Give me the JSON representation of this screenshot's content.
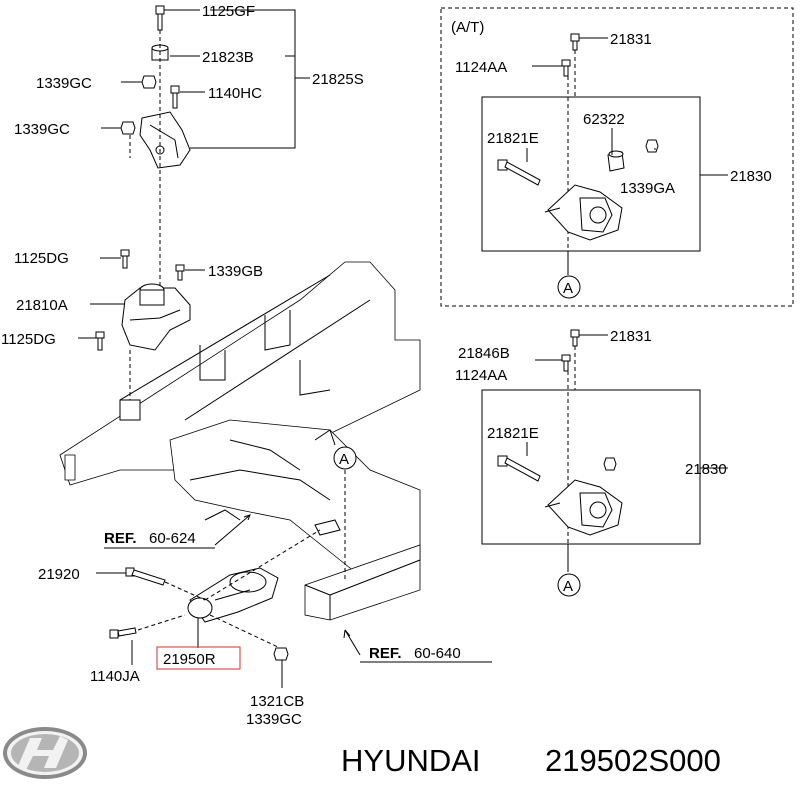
{
  "brand": {
    "name": "HYUNDAI",
    "part_number": "219502S000"
  },
  "highlight_color": "#d9534f",
  "labels": {
    "p1125GF": "1125GF",
    "p21823B": "21823B",
    "p1339GC_a": "1339GC",
    "p1140HC": "1140HC",
    "p21825S": "21825S",
    "p1339GC_b": "1339GC",
    "p1125DG_a": "1125DG",
    "p1339GB": "1339GB",
    "p21810A": "21810A",
    "p1125DG_b": "1125DG",
    "ref_prefix_1": "REF.",
    "ref_value_1": "60-624",
    "ref_prefix_2": "REF.",
    "ref_value_2": "60-640",
    "p21920": "21920",
    "p21950R": "21950R",
    "p1140JA": "1140JA",
    "p1321CB": "1321CB",
    "p1339GC_c": "1339GC",
    "at": "(A/T)",
    "at_21831": "21831",
    "at_1124AA": "1124AA",
    "at_62322": "62322",
    "at_21821E": "21821E",
    "at_1339GA": "1339GA",
    "at_21830": "21830",
    "mt_21831": "21831",
    "mt_21846B": "21846B",
    "mt_1124AA": "1124AA",
    "mt_21821E": "21821E",
    "mt_21830": "21830",
    "marker_a": "A"
  }
}
